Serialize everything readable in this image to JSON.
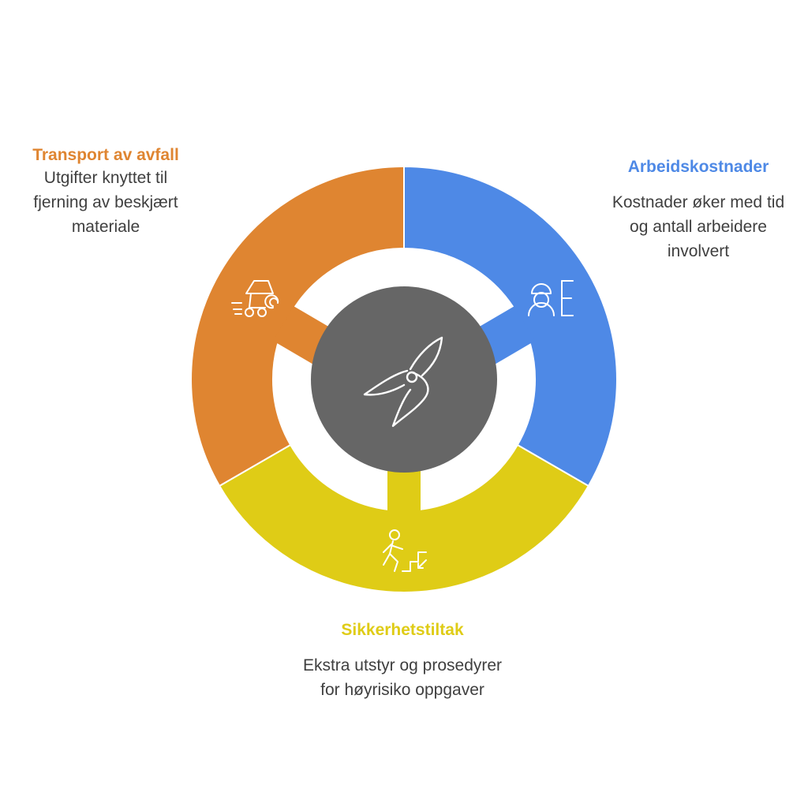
{
  "colors": {
    "transport": "#df8531",
    "arbeid": "#4e89e6",
    "sikkerhet": "#dfcc16",
    "center": "#666666",
    "text_body": "#3f3f3f"
  },
  "center": {
    "icon": "pruning-shears-icon"
  },
  "segments": [
    {
      "id": "transport",
      "title": "Transport av avfall",
      "description": "Utgifter knyttet til fjerning av beskjært materiale",
      "icon": "waste-vehicle-icon"
    },
    {
      "id": "arbeid",
      "title": "Arbeidskostnader",
      "description": "Kostnader øker med tid og antall arbeidere involvert",
      "icon": "worker-icon"
    },
    {
      "id": "sikkerhet",
      "title": "Sikkerhetstiltak",
      "description": "Ekstra utstyr og prosedyrer for høyrisiko oppgaver",
      "icon": "stairs-safety-icon"
    }
  ]
}
